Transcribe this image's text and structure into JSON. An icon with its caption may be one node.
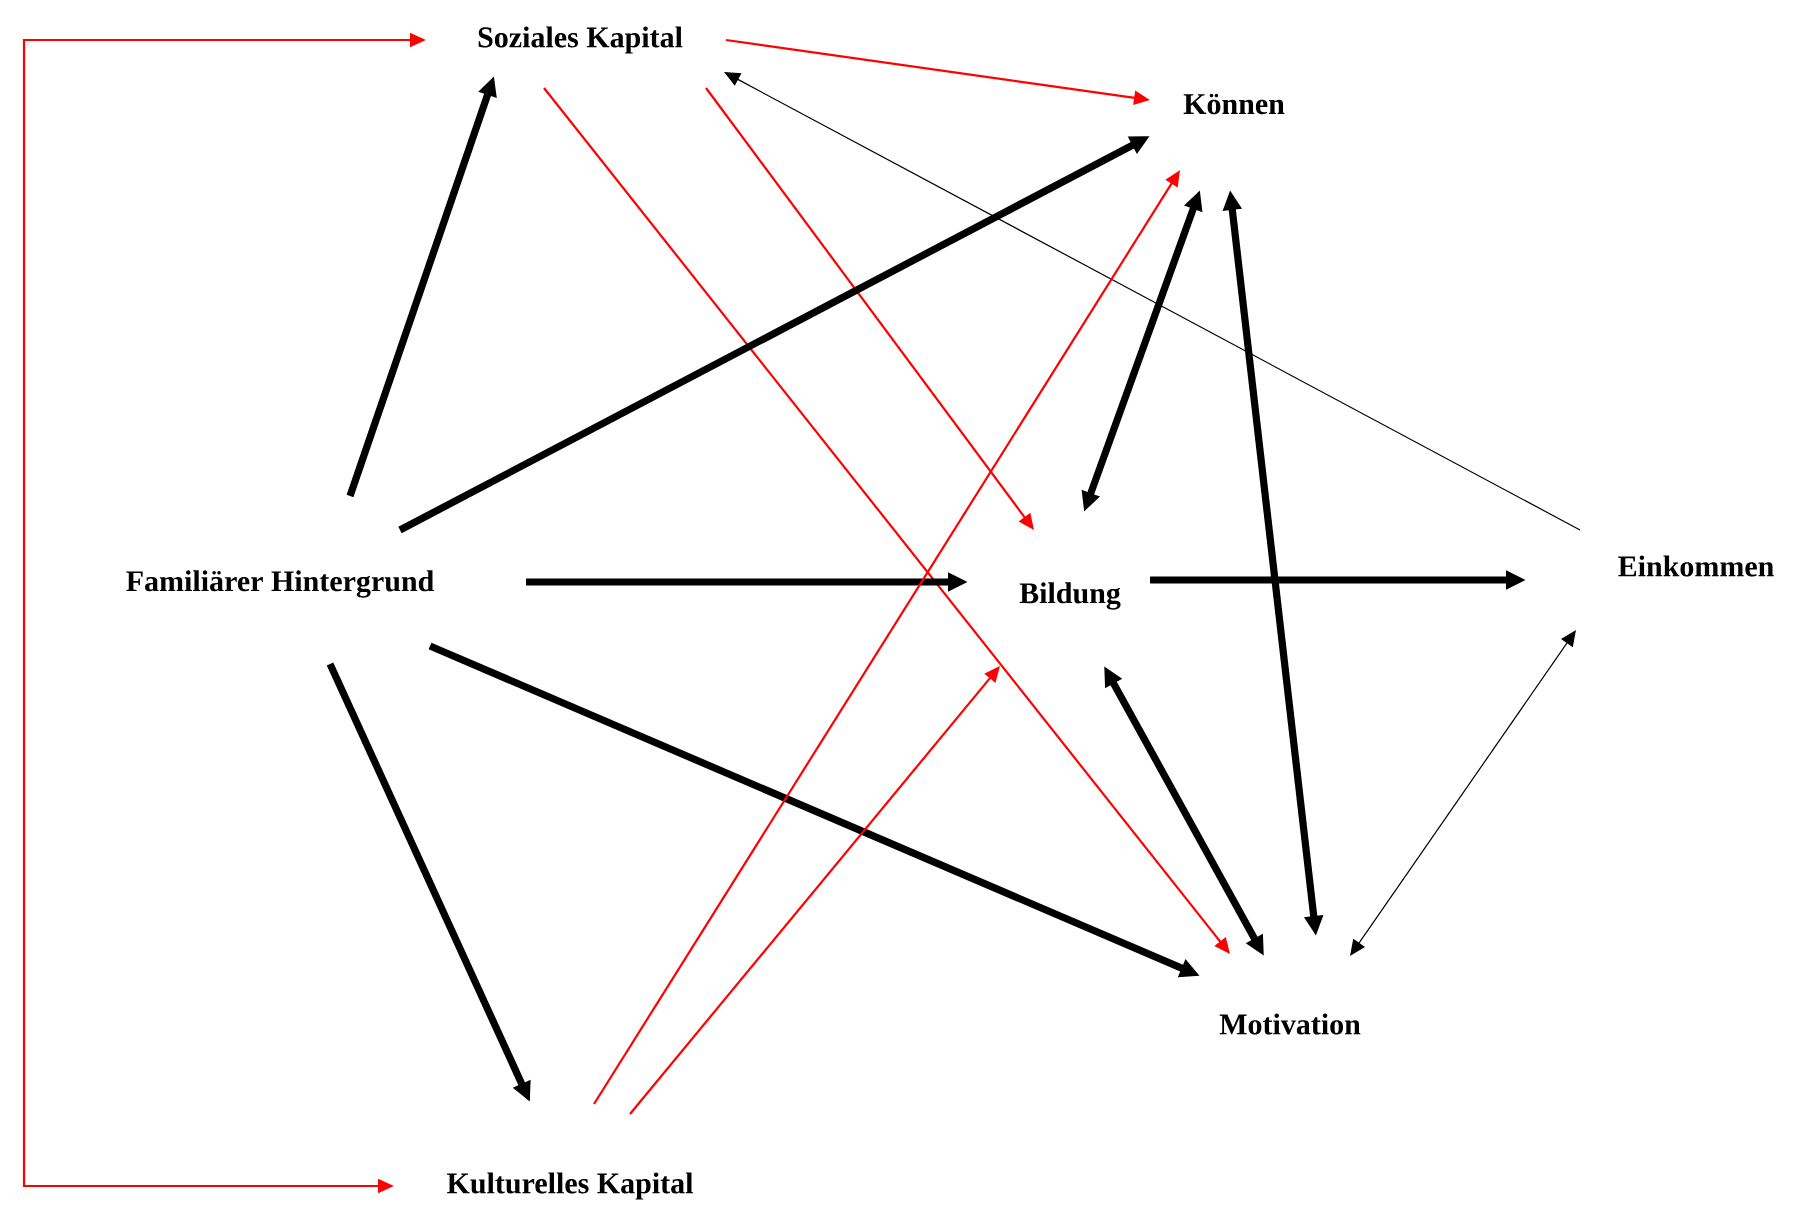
{
  "diagram": {
    "nodes": [
      {
        "text": [
          "Soziales Kapital"
        ]
      },
      {
        "text": [
          "Können"
        ]
      },
      {
        "text": [
          "Familiärer Hintergrund"
        ]
      },
      {
        "text": [
          "Bildung"
        ]
      },
      {
        "text": [
          "Einkommen"
        ]
      },
      {
        "text": [
          "Motivation"
        ]
      },
      {
        "text": [
          "Kulturelles Kapital"
        ]
      }
    ],
    "edges": [
      {
        "from": 0,
        "to": 6,
        "arrow": "both",
        "color": "#ff0000"
      },
      {
        "from": 0,
        "to": 1,
        "arrow": "to",
        "color": "#ff0000"
      },
      {
        "from": 0,
        "to": 5,
        "arrow": "to",
        "color": "#ff0000"
      },
      {
        "from": 0,
        "to": 3,
        "arrow": "to",
        "color": "#ff0000"
      },
      {
        "from": 4,
        "to": 0,
        "arrow": "to"
      },
      {
        "from": 2,
        "to": 0,
        "arrow": "to"
      },
      {
        "from": 2,
        "to": 1,
        "arrow": "to"
      },
      {
        "from": 2,
        "to": 3,
        "arrow": "to"
      },
      {
        "from": 2,
        "to": 5,
        "arrow": "to"
      },
      {
        "from": 2,
        "to": 6,
        "arrow": "to"
      },
      {
        "from": 6,
        "to": 1,
        "arrow": "to",
        "color": "#ff0000"
      },
      {
        "from": 6,
        "to": 3,
        "arrow": "to",
        "color": "#ff0000"
      },
      {
        "from": 1,
        "to": 3,
        "arrow": "both"
      },
      {
        "from": 1,
        "to": 5,
        "arrow": "both"
      },
      {
        "from": 3,
        "to": 4,
        "arrow": "to"
      },
      {
        "from": 3,
        "to": 5,
        "arrow": "both"
      },
      {
        "from": 5,
        "to": 4,
        "arrow": "both"
      }
    ]
  }
}
